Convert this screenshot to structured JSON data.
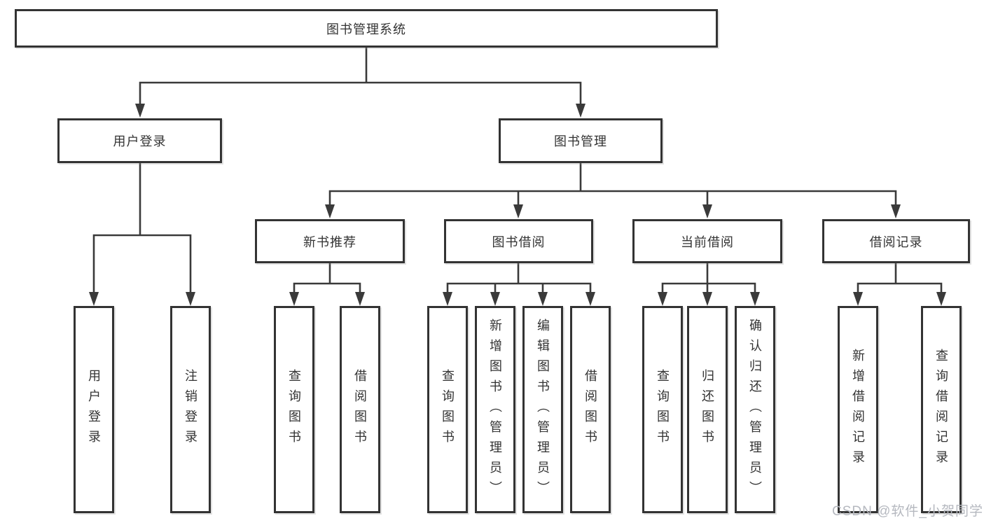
{
  "colors": {
    "line": "#3a3a3a",
    "box_border": "#333333",
    "text": "#333333",
    "background": "#ffffff",
    "watermark": "#b5b8bf"
  },
  "watermark": {
    "text": "CSDN @软件_小贺同学"
  },
  "tree": {
    "root": {
      "label": "图书管理系统",
      "children": [
        {
          "label": "用户登录",
          "children": [
            {
              "label": "用户登录"
            },
            {
              "label": "注销登录"
            }
          ]
        },
        {
          "label": "图书管理",
          "children": [
            {
              "label": "新书推荐",
              "children": [
                {
                  "label": "查询图书"
                },
                {
                  "label": "借阅图书"
                }
              ]
            },
            {
              "label": "图书借阅",
              "children": [
                {
                  "label": "查询图书"
                },
                {
                  "label": "新增图书（管理员）"
                },
                {
                  "label": "编辑图书（管理员）"
                },
                {
                  "label": "借阅图书"
                }
              ]
            },
            {
              "label": "当前借阅",
              "children": [
                {
                  "label": "查询图书"
                },
                {
                  "label": "归还图书"
                },
                {
                  "label": "确认归还（管理员）"
                }
              ]
            },
            {
              "label": "借阅记录",
              "children": [
                {
                  "label": "新增借阅记录"
                },
                {
                  "label": "查询借阅记录"
                }
              ]
            }
          ]
        }
      ]
    }
  }
}
